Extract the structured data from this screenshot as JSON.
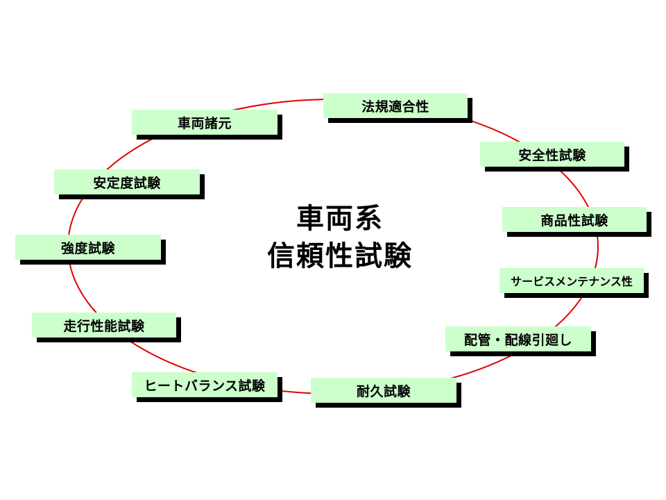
{
  "diagram": {
    "title_line1": "車両系",
    "title_line2": "信頼性試験",
    "ring_color": "#dd0000",
    "box_fill": "#ccffcc",
    "box_shadow": "#000000",
    "nodes": [
      "法規適合性",
      "安全性試験",
      "商品性試験",
      "サービスメンテナンス性",
      "配管・配線引廻し",
      "耐久試験",
      "ヒートバランス試験",
      "走行性能試験",
      "強度試験",
      "安定度試験",
      "車両諸元"
    ]
  }
}
